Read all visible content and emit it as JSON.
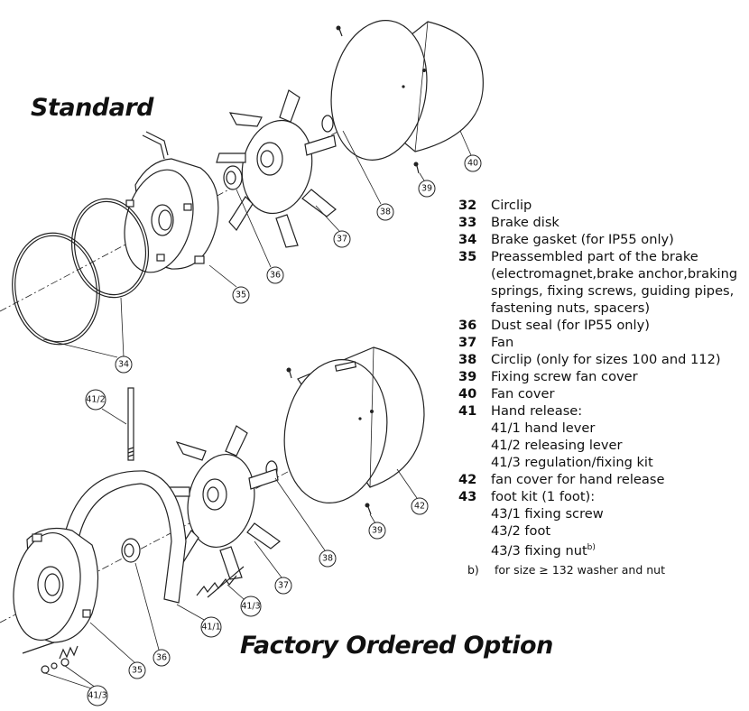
{
  "titles": {
    "standard": "Standard",
    "option": "Factory Ordered Option"
  },
  "legend": [
    {
      "num": "32",
      "text": "Circlip"
    },
    {
      "num": "33",
      "text": "Brake disk"
    },
    {
      "num": "34",
      "text": "Brake gasket (for IP55 only)"
    },
    {
      "num": "35",
      "text": "Preassembled part of the brake"
    },
    {
      "num": "",
      "text": "(electromagnet,brake anchor,braking"
    },
    {
      "num": "",
      "text": "springs, fixing screws, guiding pipes,"
    },
    {
      "num": "",
      "text": "fastening nuts, spacers)"
    },
    {
      "num": "36",
      "text": "Dust seal (for IP55 only)"
    },
    {
      "num": "37",
      "text": "Fan"
    },
    {
      "num": "38",
      "text": "Circlip (only for sizes 100 and 112)"
    },
    {
      "num": "39",
      "text": "Fixing screw fan cover"
    },
    {
      "num": "40",
      "text": "Fan cover"
    },
    {
      "num": "41",
      "text": "Hand release:"
    },
    {
      "num": "",
      "text": "41/1 hand lever"
    },
    {
      "num": "",
      "text": "41/2 releasing lever"
    },
    {
      "num": "",
      "text": "41/3 regulation/fixing kit"
    },
    {
      "num": "42",
      "text": "fan cover for hand release"
    },
    {
      "num": "43",
      "text": "foot kit (1 foot):"
    },
    {
      "num": "",
      "text": "43/1 fixing screw"
    },
    {
      "num": "",
      "text": "43/2 foot"
    },
    {
      "num": "",
      "text": "43/3 fixing nut"
    }
  ],
  "footnote_marker": "b)",
  "footnote": {
    "label": "b)",
    "text": "for size ≥ 132 washer and nut"
  },
  "callouts": {
    "c40": "40",
    "c39a": "39",
    "c38a": "38",
    "c37a": "37",
    "c36a": "36",
    "c35a": "35",
    "c34": "34",
    "c412": "41/2",
    "c42": "42",
    "c39b": "39",
    "c38b": "38",
    "c37b": "37",
    "c413a": "41/3",
    "c411": "41/1",
    "c36b": "36",
    "c35b": "35",
    "c413b": "41/3"
  }
}
